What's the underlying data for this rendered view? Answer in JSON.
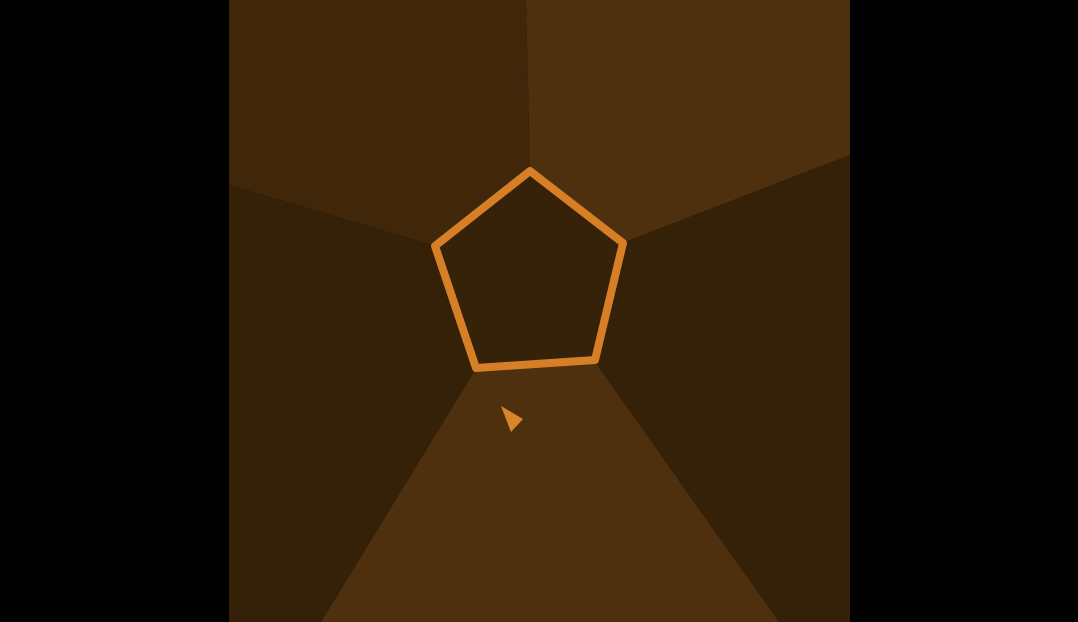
{
  "game": {
    "title": "",
    "colors": {
      "background": "#000000",
      "sector_light": "#4e300e",
      "sector_mid": "#402709",
      "sector_dark": "#342108",
      "center_fill": "#362209",
      "outline": "#d77f26",
      "cursor": "#d8862c"
    },
    "center_shape": "pentagon",
    "sector_count": 5,
    "player_shape": "triangle"
  }
}
